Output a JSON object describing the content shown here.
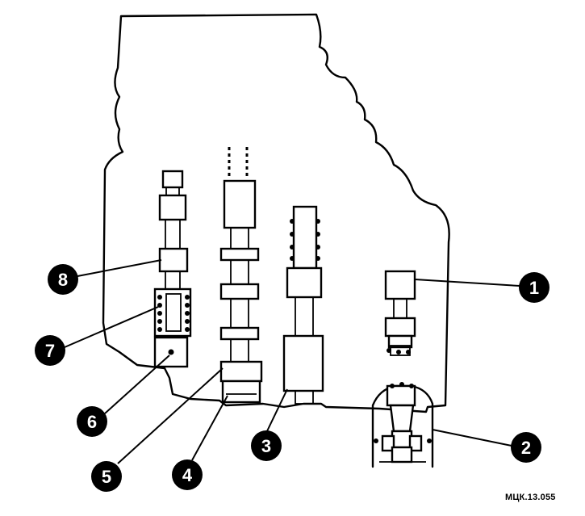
{
  "callouts": [
    {
      "id": 1,
      "label": "1"
    },
    {
      "id": 2,
      "label": "2"
    },
    {
      "id": 3,
      "label": "3"
    },
    {
      "id": 4,
      "label": "4"
    },
    {
      "id": 5,
      "label": "5"
    },
    {
      "id": 6,
      "label": "6"
    },
    {
      "id": 7,
      "label": "7"
    },
    {
      "id": 8,
      "label": "8"
    }
  ],
  "figure_code": "МЦК.13.055"
}
